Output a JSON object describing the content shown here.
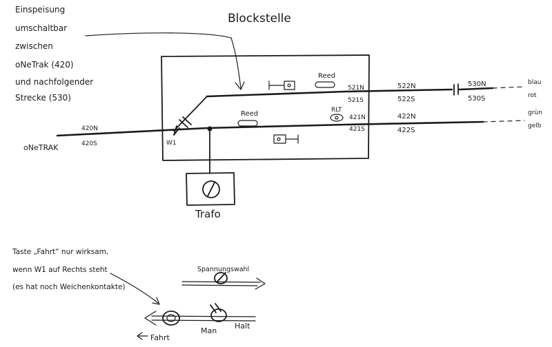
{
  "title": "Blockstelle",
  "note_top_left": [
    "Einspeisung",
    "umschaltbar",
    "zwischen",
    "oNeTrak (420)",
    "und nachfolgender",
    "Strecke (530)"
  ],
  "track_labels": {
    "left_top": "420N",
    "left_bottom": "420S",
    "onetrak": "oNeTRAK",
    "upper_inner_top": "521N",
    "upper_inner_bottom": "521S",
    "upper_outer_top": "522N",
    "upper_outer_bottom": "522S",
    "upper_far_top": "530N",
    "upper_far_bottom": "530S",
    "lower_inner_top": "421N",
    "lower_inner_bottom": "421S",
    "lower_outer_top": "422N",
    "lower_outer_bottom": "422S"
  },
  "side_colors": {
    "upper_1": "blau",
    "upper_2": "rot",
    "lower_1": "grün",
    "lower_2": "gelb"
  },
  "component_labels": {
    "reed_upper": "Reed",
    "reed_lower": "Reed",
    "rlt": "RLT",
    "w1": "W1",
    "trafo": "Trafo"
  },
  "note_bottom_left": [
    "Taste „Fahrt“ nur wirksam,",
    "wenn W1 auf Rechts steht",
    "(es hat noch Weichenkontakte)"
  ],
  "control_labels": {
    "spannungswahl": "Spannungswahl",
    "fahrt": "Fahrt",
    "man": "Man",
    "halt": "Halt"
  }
}
